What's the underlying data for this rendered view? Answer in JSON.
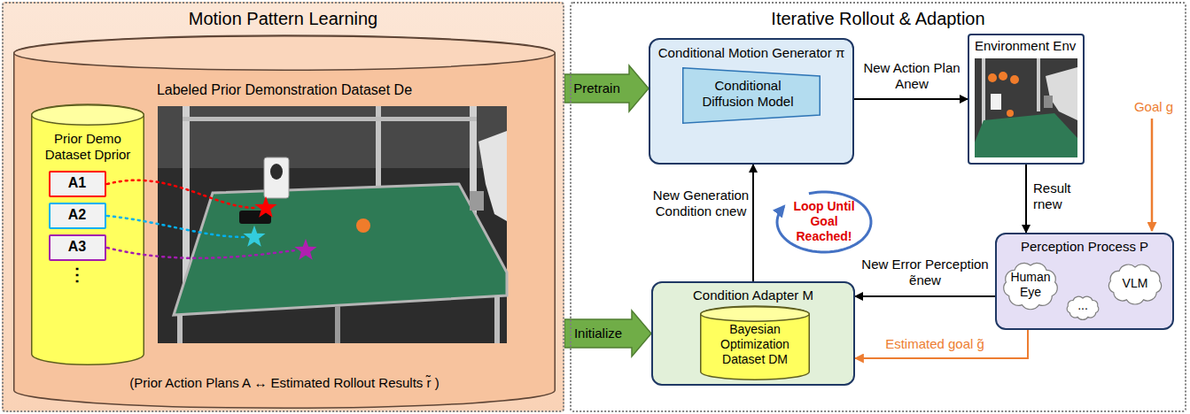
{
  "diagram": {
    "nodes": [
      {
        "text": [
          "Motion Pattern Learning"
        ]
      },
      {
        "text": [
          "Labeled Prior Demonstration Dataset De",
          "(Prior Action Plans A ↔ Estimated Rollout Results r̃ )"
        ],
        "in": 0
      },
      {
        "text": [
          "Prior Demo Dataset Dprior"
        ],
        "in": 1
      },
      {
        "text": [
          "A1"
        ],
        "in": 2
      },
      {
        "text": [
          "A2"
        ],
        "in": 2
      },
      {
        "text": [
          "A3"
        ],
        "in": 2
      },
      {
        "text": [
          "Iterative Rollout & Adaption"
        ]
      },
      {
        "text": [
          "Conditional Motion Generator π"
        ],
        "in": 6
      },
      {
        "text": [
          "Conditional Diffusion Model"
        ],
        "in": 7
      },
      {
        "text": [
          "Environment Env"
        ],
        "in": 6
      },
      {
        "text": [
          "Perception Process P"
        ],
        "in": 6
      },
      {
        "text": [
          "Human Eye"
        ],
        "in": 10
      },
      {
        "text": [
          "VLM"
        ],
        "in": 10
      },
      {
        "text": [
          "..."
        ],
        "in": 10
      },
      {
        "text": [
          "Condition Adapter M"
        ],
        "in": 6
      },
      {
        "text": [
          "Bayesian Optimization Dataset DM"
        ],
        "in": 14
      },
      {
        "text": [
          "Loop Until Goal Reached!"
        ],
        "in": 6
      }
    ],
    "edges": [
      {
        "from": 0,
        "to": 7,
        "label": "Pretrain",
        "arrow": "to"
      },
      {
        "from": 0,
        "to": 14,
        "label": "Initialize",
        "arrow": "to"
      },
      {
        "from": 7,
        "to": 9,
        "label": "New Action Plan Anew",
        "arrow": "to"
      },
      {
        "from": 9,
        "to": 10,
        "label": "Result rnew",
        "arrow": "to"
      },
      {
        "from": 10,
        "to": 14,
        "label": "New Error Perception ẽnew",
        "arrow": "to"
      },
      {
        "from": 14,
        "to": 7,
        "label": "New Generation Condition cnew",
        "arrow": "to"
      },
      {
        "from": 10,
        "to": 14,
        "label": "Estimated goal g̃",
        "arrow": "to"
      }
    ],
    "labels": [
      "⋮",
      "Goal g"
    ]
  }
}
